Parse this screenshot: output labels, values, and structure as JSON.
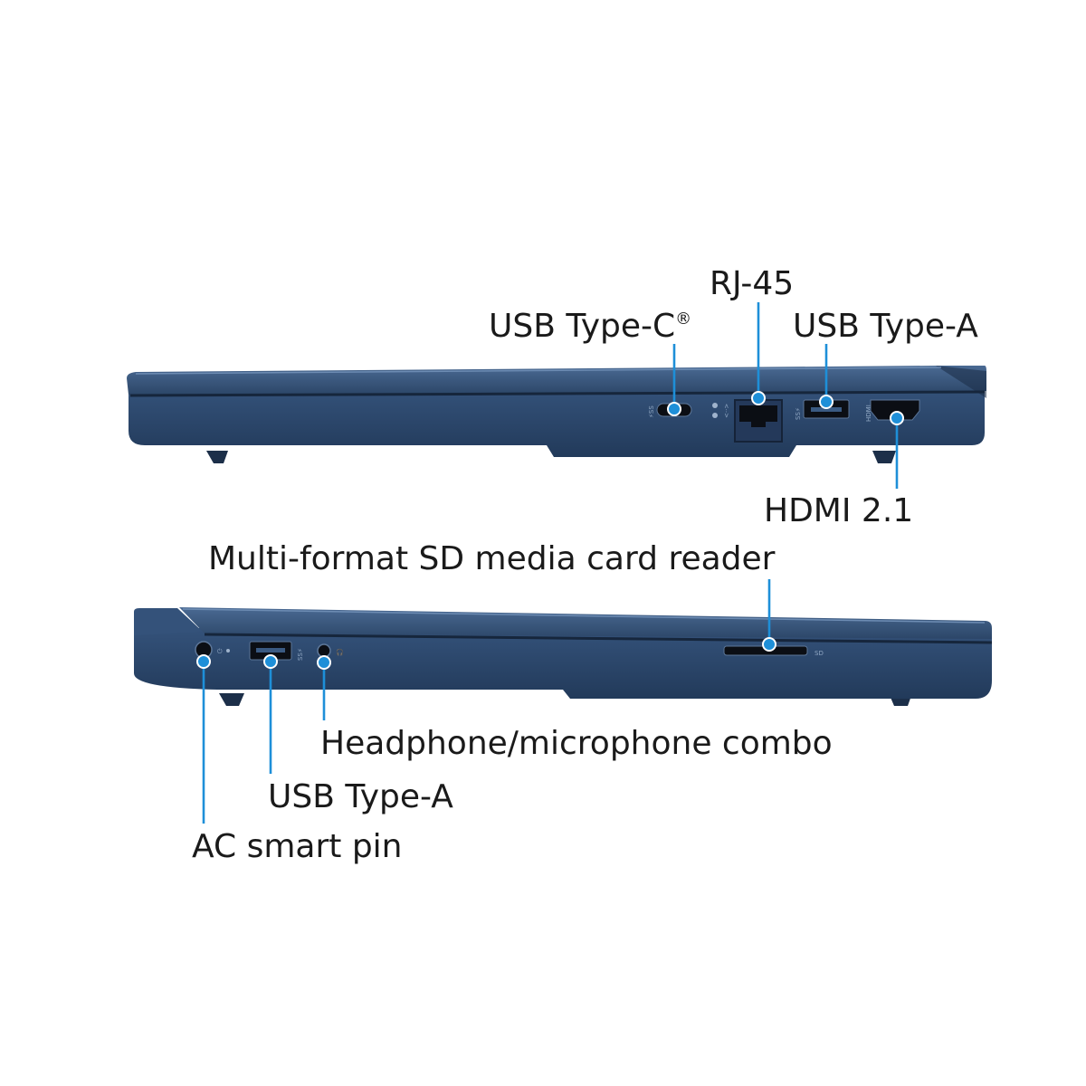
{
  "colors": {
    "chassis": "#2c4668",
    "chassis_dark": "#1c2f49",
    "chassis_light": "#3a5a82",
    "port_black": "#0b0e14",
    "leader": "#1e8fd8",
    "text": "#1a1a1a"
  },
  "right_side": {
    "labels": {
      "usb_c": "USB Type-C",
      "usb_c_mark": "®",
      "rj45": "RJ-45",
      "usb_a": "USB Type-A",
      "hdmi": "HDMI 2.1"
    }
  },
  "left_side": {
    "labels": {
      "sd_reader": "Multi-format SD media card reader",
      "sd_marking": "SD",
      "audio": "Headphone/microphone combo",
      "usb_a": "USB Type-A",
      "ac_pin": "AC smart pin"
    }
  }
}
